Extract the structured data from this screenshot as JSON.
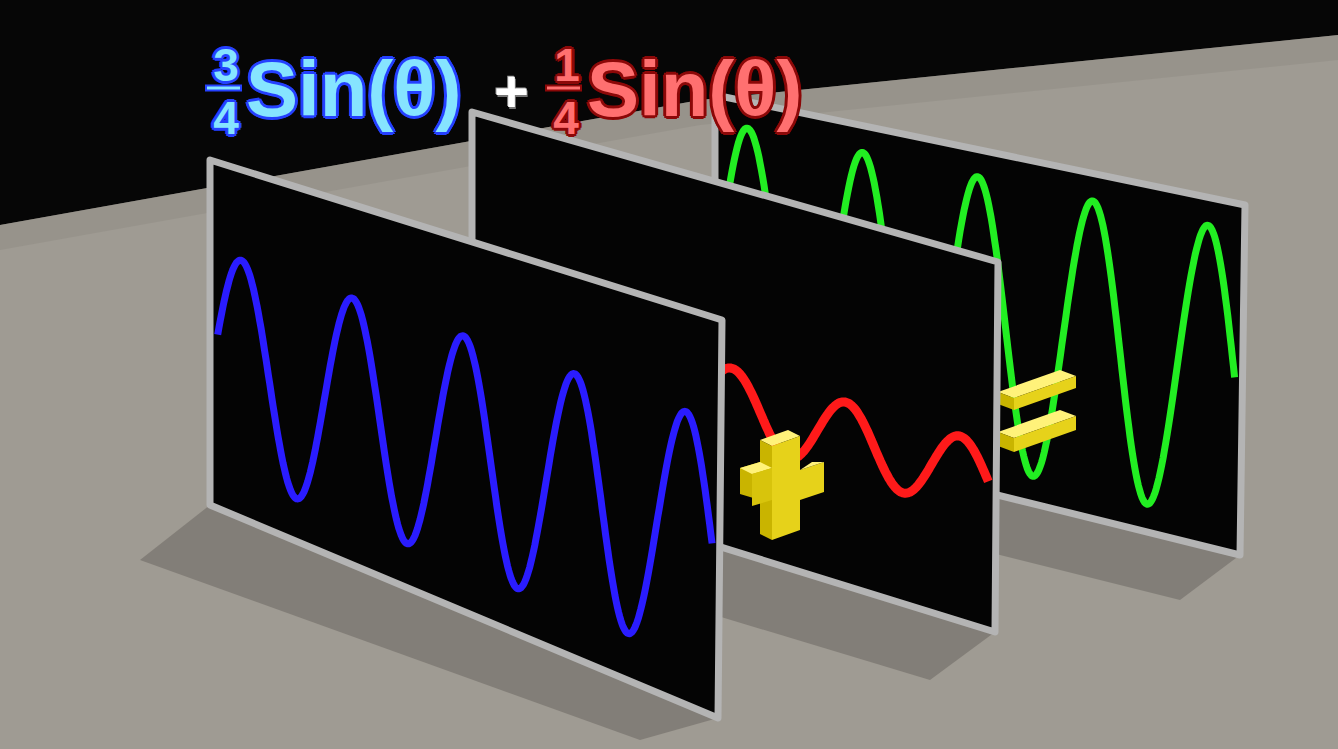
{
  "diagram": {
    "labels": [
      "3",
      "4",
      "Sin(θ)",
      "+",
      "1",
      "4",
      "Sin(θ)"
    ]
  }
}
